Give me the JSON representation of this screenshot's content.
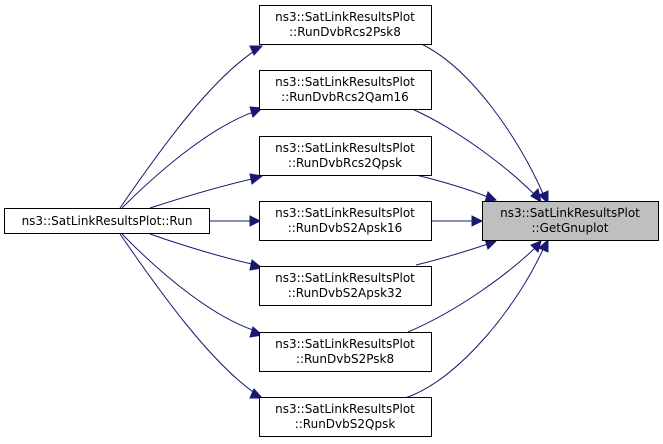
{
  "diagram": {
    "colors": {
      "edge": "#191970",
      "target_fill": "#bfbfbf",
      "node_fill": "#ffffff",
      "border": "#000000"
    },
    "root": {
      "label": "ns3::SatLinkResultsPlot::Run"
    },
    "target": {
      "line1": "ns3::SatLinkResultsPlot",
      "line2": "::GetGnuplot"
    },
    "middle_nodes": [
      {
        "line1": "ns3::SatLinkResultsPlot",
        "line2": "::RunDvbRcs2Psk8"
      },
      {
        "line1": "ns3::SatLinkResultsPlot",
        "line2": "::RunDvbRcs2Qam16"
      },
      {
        "line1": "ns3::SatLinkResultsPlot",
        "line2": "::RunDvbRcs2Qpsk"
      },
      {
        "line1": "ns3::SatLinkResultsPlot",
        "line2": "::RunDvbS2Apsk16"
      },
      {
        "line1": "ns3::SatLinkResultsPlot",
        "line2": "::RunDvbS2Apsk32"
      },
      {
        "line1": "ns3::SatLinkResultsPlot",
        "line2": "::RunDvbS2Psk8"
      },
      {
        "line1": "ns3::SatLinkResultsPlot",
        "line2": "::RunDvbS2Qpsk"
      }
    ]
  }
}
